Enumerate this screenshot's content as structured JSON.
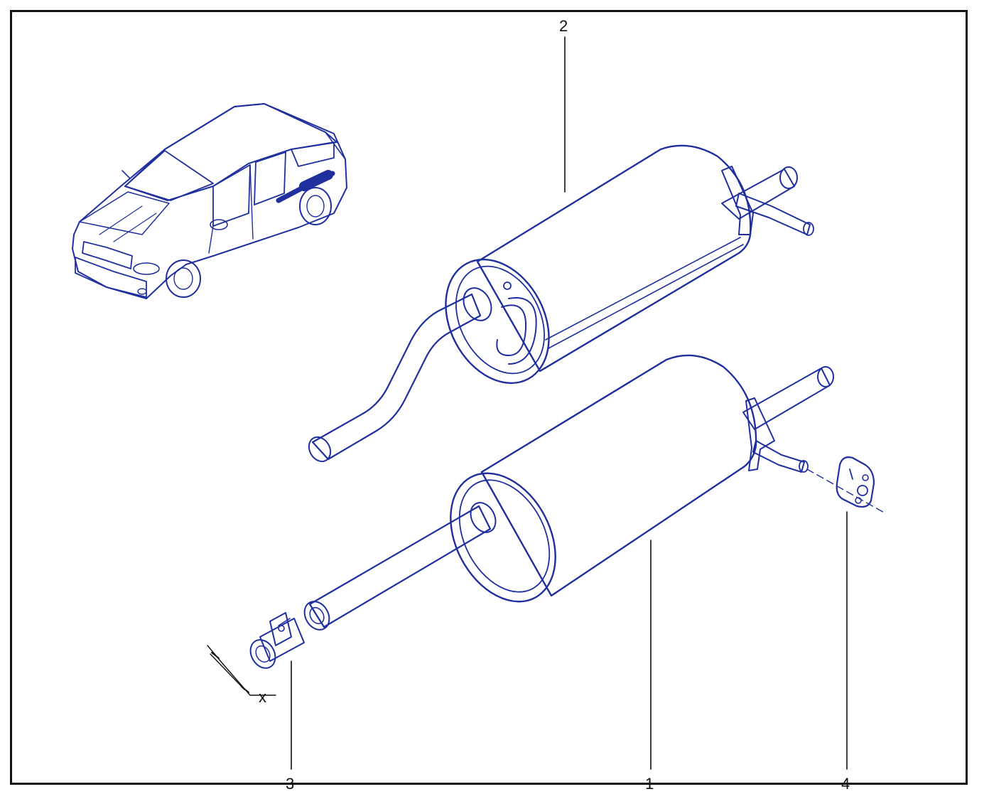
{
  "colors": {
    "line": "#1f2f9e",
    "fill": "#ffffff",
    "text": "#111111",
    "frame": "#111111",
    "car_accent": "#1f2f9e"
  },
  "callouts": {
    "rear_silencer": "1",
    "silencer_with_pipe": "2",
    "clamp": "3",
    "rubber_mount": "4"
  },
  "dimension_label": "x",
  "icons": {
    "vehicle": "sedan-car-icon",
    "clamp": "exhaust-clamp-icon",
    "mount": "rubber-mount-icon"
  }
}
